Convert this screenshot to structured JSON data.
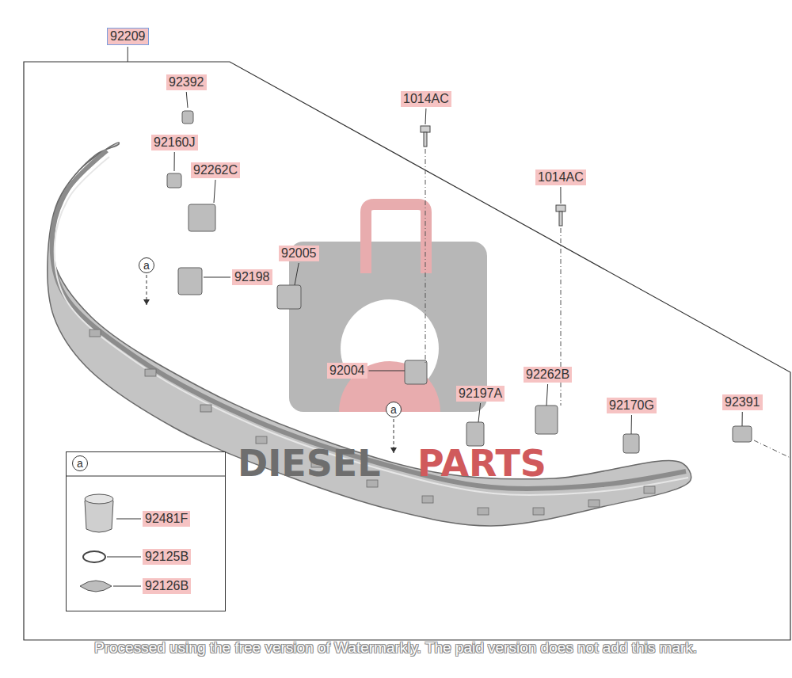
{
  "diagram": {
    "nodes": [
      {
        "text": [
          "92209"
        ]
      },
      {
        "text": [
          "a",
          "92481F",
          "92125B",
          "92126B"
        ],
        "in": 0
      }
    ],
    "labels": [
      "92392",
      "92160J",
      "92262C",
      "92198",
      "92005",
      "1014AC",
      "1014AC",
      "92004",
      "92197A",
      "92262B",
      "92170G",
      "92391",
      "a",
      "a",
      "DIESEL",
      "PARTS",
      "Processed using the free version of Watermarkly. The paid version does not add this mark."
    ]
  }
}
